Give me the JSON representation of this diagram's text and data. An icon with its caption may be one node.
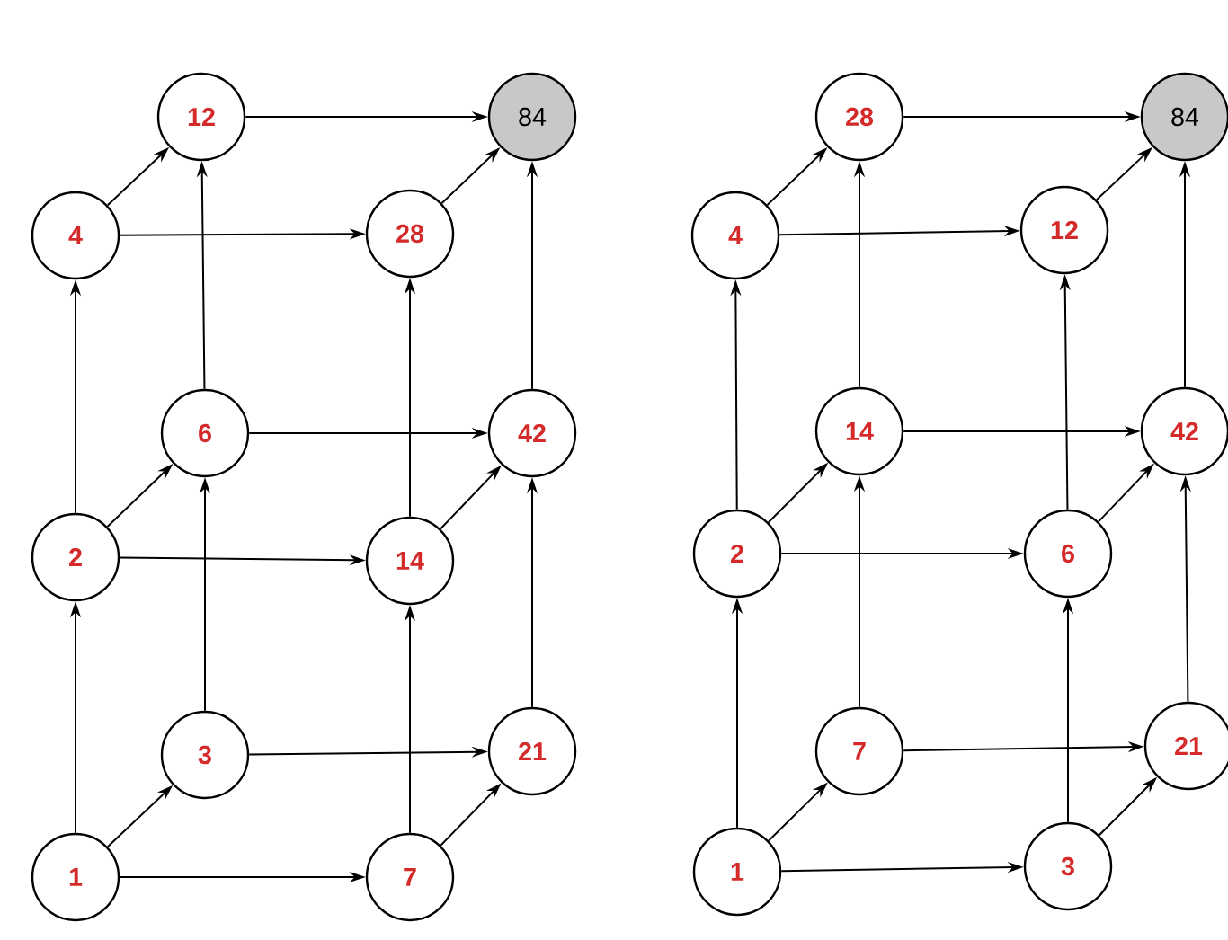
{
  "diagram": {
    "nodes": [
      {
        "text": [
          "12"
        ]
      },
      {
        "text": [
          "84"
        ]
      },
      {
        "text": [
          "4"
        ]
      },
      {
        "text": [
          "28"
        ]
      },
      {
        "text": [
          "6"
        ]
      },
      {
        "text": [
          "42"
        ]
      },
      {
        "text": [
          "2"
        ]
      },
      {
        "text": [
          "14"
        ]
      },
      {
        "text": [
          "3"
        ]
      },
      {
        "text": [
          "21"
        ]
      },
      {
        "text": [
          "1"
        ]
      },
      {
        "text": [
          "7"
        ]
      },
      {
        "text": [
          "28"
        ]
      },
      {
        "text": [
          "84"
        ]
      },
      {
        "text": [
          "4"
        ]
      },
      {
        "text": [
          "12"
        ]
      },
      {
        "text": [
          "14"
        ]
      },
      {
        "text": [
          "42"
        ]
      },
      {
        "text": [
          "2"
        ]
      },
      {
        "text": [
          "6"
        ]
      },
      {
        "text": [
          "7"
        ]
      },
      {
        "text": [
          "21"
        ]
      },
      {
        "text": [
          "1"
        ]
      },
      {
        "text": [
          "3"
        ]
      }
    ],
    "edges": [
      {
        "from": 10,
        "to": 11,
        "arrow": "to"
      },
      {
        "from": 10,
        "to": 8,
        "arrow": "to"
      },
      {
        "from": 10,
        "to": 6,
        "arrow": "to"
      },
      {
        "from": 8,
        "to": 9,
        "arrow": "to"
      },
      {
        "from": 11,
        "to": 9,
        "arrow": "to"
      },
      {
        "from": 8,
        "to": 4,
        "arrow": "to"
      },
      {
        "from": 11,
        "to": 7,
        "arrow": "to"
      },
      {
        "from": 9,
        "to": 5,
        "arrow": "to"
      },
      {
        "from": 6,
        "to": 7,
        "arrow": "to"
      },
      {
        "from": 6,
        "to": 4,
        "arrow": "to"
      },
      {
        "from": 6,
        "to": 2,
        "arrow": "to"
      },
      {
        "from": 4,
        "to": 5,
        "arrow": "to"
      },
      {
        "from": 7,
        "to": 5,
        "arrow": "to"
      },
      {
        "from": 4,
        "to": 0,
        "arrow": "to"
      },
      {
        "from": 7,
        "to": 3,
        "arrow": "to"
      },
      {
        "from": 2,
        "to": 0,
        "arrow": "to"
      },
      {
        "from": 2,
        "to": 3,
        "arrow": "to"
      },
      {
        "from": 0,
        "to": 1,
        "arrow": "to"
      },
      {
        "from": 3,
        "to": 1,
        "arrow": "to"
      },
      {
        "from": 5,
        "to": 1,
        "arrow": "to"
      },
      {
        "from": 22,
        "to": 23,
        "arrow": "to"
      },
      {
        "from": 22,
        "to": 20,
        "arrow": "to"
      },
      {
        "from": 22,
        "to": 18,
        "arrow": "to"
      },
      {
        "from": 20,
        "to": 21,
        "arrow": "to"
      },
      {
        "from": 23,
        "to": 21,
        "arrow": "to"
      },
      {
        "from": 20,
        "to": 16,
        "arrow": "to"
      },
      {
        "from": 23,
        "to": 19,
        "arrow": "to"
      },
      {
        "from": 21,
        "to": 17,
        "arrow": "to"
      },
      {
        "from": 18,
        "to": 19,
        "arrow": "to"
      },
      {
        "from": 18,
        "to": 16,
        "arrow": "to"
      },
      {
        "from": 18,
        "to": 14,
        "arrow": "to"
      },
      {
        "from": 16,
        "to": 17,
        "arrow": "to"
      },
      {
        "from": 19,
        "to": 17,
        "arrow": "to"
      },
      {
        "from": 16,
        "to": 12,
        "arrow": "to"
      },
      {
        "from": 19,
        "to": 15,
        "arrow": "to"
      },
      {
        "from": 14,
        "to": 12,
        "arrow": "to"
      },
      {
        "from": 14,
        "to": 15,
        "arrow": "to"
      },
      {
        "from": 12,
        "to": 13,
        "arrow": "to"
      },
      {
        "from": 15,
        "to": 13,
        "arrow": "to"
      },
      {
        "from": 17,
        "to": 13,
        "arrow": "to"
      }
    ]
  }
}
